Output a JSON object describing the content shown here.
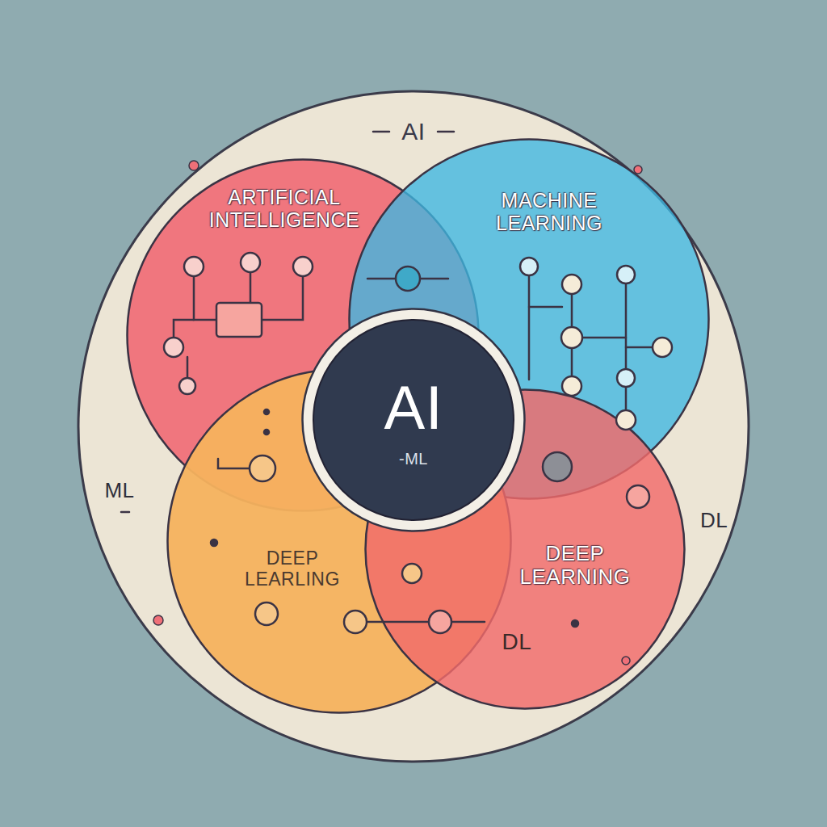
{
  "diagram": {
    "nodes": [
      {
        "text": [
          "AI"
        ]
      },
      {
        "text": [
          "ARTIFICIAL INTELLIGENCE"
        ],
        "in": 0
      },
      {
        "text": [
          "MACHINE LEARNING"
        ],
        "in": 0
      },
      {
        "text": [
          "DEEP LEARLING"
        ],
        "in": 0
      },
      {
        "text": [
          "DEEP LEARNING",
          "DL"
        ],
        "in": 0
      },
      {
        "text": [
          "AI",
          "-ML"
        ],
        "in": 0
      }
    ],
    "labels": [
      "ML",
      "DL"
    ]
  }
}
